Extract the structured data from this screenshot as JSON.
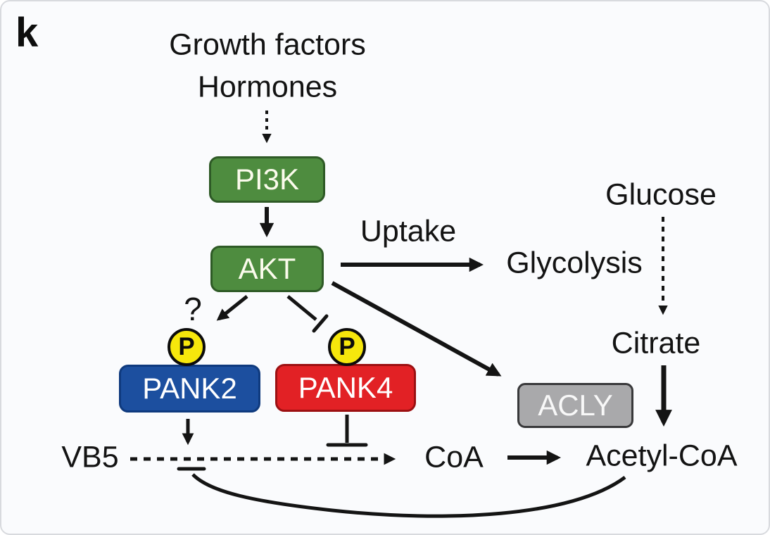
{
  "panel_label": "k",
  "labels": {
    "growth_factors": "Growth factors",
    "hormones": "Hormones",
    "uptake": "Uptake",
    "glycolysis": "Glycolysis",
    "glucose": "Glucose",
    "citrate": "Citrate",
    "vb5": "VB5",
    "coa": "CoA",
    "acetyl_coa": "Acetyl-CoA",
    "question_mark": "?",
    "phospho": "P"
  },
  "nodes": {
    "pi3k": {
      "label": "PI3K",
      "fill": "#4e8c3f"
    },
    "akt": {
      "label": "AKT",
      "fill": "#4e8c3f"
    },
    "pank2": {
      "label": "PANK2",
      "fill": "#1c4f9f"
    },
    "pank4": {
      "label": "PANK4",
      "fill": "#e22125"
    },
    "acly": {
      "label": "ACLY",
      "fill": "#a9a9ab"
    }
  },
  "colors": {
    "green_box": "#4e8c3f",
    "blue_box": "#1c4f9f",
    "red_box": "#e22125",
    "gray_box": "#a9a9ab",
    "phospho_badge": "#f6e70c",
    "line": "#141414",
    "background": "#fafbfd"
  },
  "relationships": {
    "activation_arrows": [
      "GrowthFactors/Hormones -> PI3K (dashed)",
      "PI3K -> AKT",
      "AKT -> Glycolysis (Uptake)",
      "AKT -> P-PANK2 (?)",
      "AKT -> ACLY",
      "Glucose -> Citrate (dashed)",
      "Citrate -> Acetyl-CoA",
      "PANK2 -> VB5 pathway",
      "VB5 -> CoA (dashed)",
      "CoA -> Acetyl-CoA"
    ],
    "inhibition_bars": [
      "AKT -| P-PANK4",
      "PANK4 -| VB5->CoA step",
      "Acetyl-CoA -| VB5->CoA step (feedback)"
    ]
  }
}
